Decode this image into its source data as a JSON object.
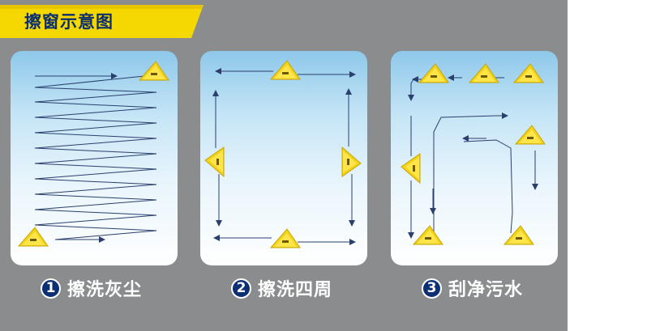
{
  "title": "擦窗示意图",
  "colors": {
    "background": "#8a8c8e",
    "banner": "#f5d800",
    "title_text": "#0b2f6e",
    "tool_yellow": "#f3d21a",
    "path_line": "#2a3f6e"
  },
  "tool_icon": "triangular-yellow-window-wiper",
  "steps": [
    {
      "number": "1",
      "label": "擦洗灰尘"
    },
    {
      "number": "2",
      "label": "擦洗四周"
    },
    {
      "number": "3",
      "label": "刮净污水"
    }
  ]
}
